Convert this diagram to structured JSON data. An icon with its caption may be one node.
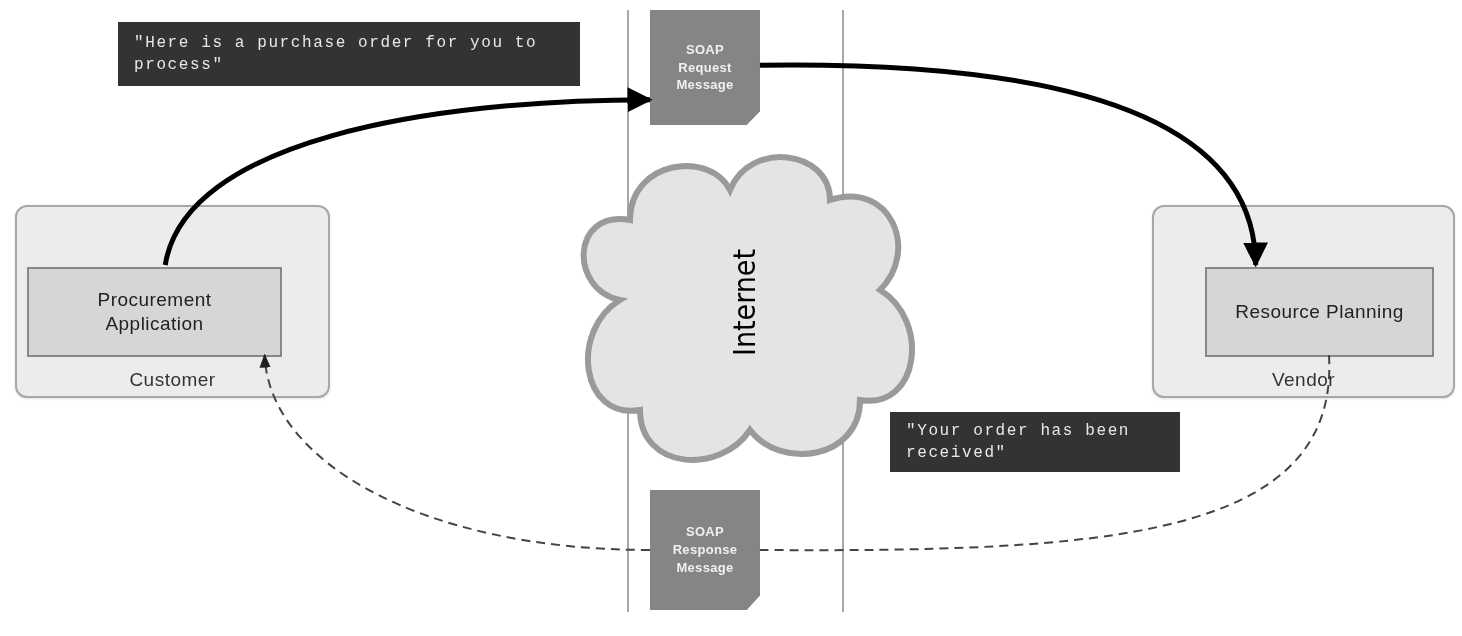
{
  "diagram": {
    "nodes": [
      {
        "text": [
          "Customer"
        ]
      },
      {
        "text": [
          "Procurement Application"
        ],
        "in": 0
      },
      {
        "text": [
          "Vendor"
        ]
      },
      {
        "text": [
          "Resource Planning"
        ],
        "in": 2
      },
      {
        "text": [
          "SOAP Request Message"
        ]
      },
      {
        "text": [
          "Internet"
        ]
      },
      {
        "text": [
          "SOAP Response Message"
        ]
      },
      {
        "text": [
          "\"Here is a purchase order for you to process\""
        ]
      },
      {
        "text": [
          "\"Your order has been received\""
        ]
      }
    ],
    "edges": [
      {
        "from": 1,
        "to": 4,
        "arrow": "to",
        "style": "thick"
      },
      {
        "from": 4,
        "to": 3,
        "arrow": "to",
        "style": "thick"
      },
      {
        "from": 3,
        "to": 6,
        "arrow": "none",
        "style": "dashed"
      },
      {
        "from": 6,
        "to": 1,
        "arrow": "to",
        "style": "dashed"
      }
    ]
  }
}
